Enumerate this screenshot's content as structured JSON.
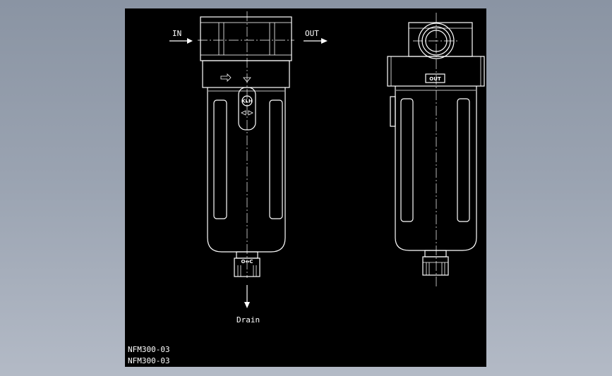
{
  "drawing": {
    "label_in": "IN",
    "label_out": "OUT",
    "label_drain": "Drain",
    "side_port_label": "OUT",
    "logo_text": "KLH",
    "drain_valve_marking": "O↔C",
    "title_lines": [
      "NFM300-03",
      "NFM300-03"
    ]
  },
  "colors": {
    "background": "#000000",
    "lines": "#ffffff",
    "window_backdrop": "#9ba4b2"
  }
}
